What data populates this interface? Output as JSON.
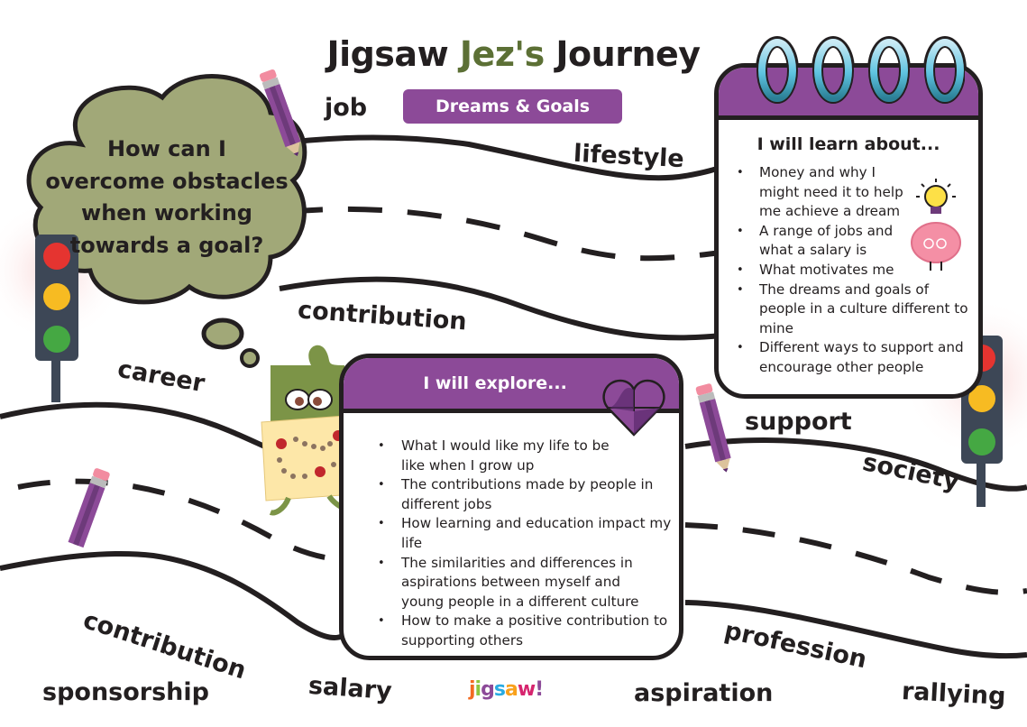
{
  "title": {
    "part1": "Jigsaw",
    "part2": "Jez's",
    "part3": "Journey"
  },
  "badge": "Dreams & Goals",
  "colors": {
    "purple": "#8c4a98",
    "olive": "#5c7035",
    "cloud": "#a1a878",
    "ink": "#231f20",
    "light_red": "#e53430",
    "light_amber": "#f7bb22",
    "light_green": "#45a843",
    "ring_blue": "#5ec3e0"
  },
  "cloud_question": "How can I overcome obstacles when working towards a goal?",
  "learn_card": {
    "heading": "I will learn about...",
    "items": [
      "Money and why I might need it to help me achieve a dream",
      "A range of jobs and what a salary is",
      "What motivates me",
      "The dreams and goals of people in a culture different to mine",
      "Different ways to support and encourage other people"
    ]
  },
  "explore_card": {
    "heading": "I will explore...",
    "items": [
      "What I would like my life to be like when I grow up",
      "The contributions made by people in different jobs",
      "How learning and education impact my life",
      "The similarities and differences in aspirations between myself and young people in a different culture",
      "How to make a positive contribution to supporting others"
    ]
  },
  "words": {
    "job": "job",
    "lifestyle": "lifestyle",
    "contribution_top": "contribution",
    "career": "career",
    "support": "support",
    "society": "society",
    "contribution_bottom": "contribution",
    "profession": "profession",
    "sponsorship": "sponsorship",
    "salary": "salary",
    "aspiration": "aspiration",
    "rallying": "rallying"
  },
  "logo": {
    "letters": [
      "j",
      "i",
      "g",
      "s",
      "a",
      "w",
      "!"
    ],
    "letter_colors": [
      "#f26b21",
      "#8dc63f",
      "#8c4a98",
      "#29abe2",
      "#f9a11b",
      "#d6246e",
      "#8c4a98"
    ]
  },
  "icons": [
    "pencil-icon",
    "traffic-light-icon",
    "lightbulb-icon",
    "brain-icon",
    "puzzle-heart-icon",
    "jez-character",
    "notebook-rings-icon",
    "thought-cloud"
  ]
}
